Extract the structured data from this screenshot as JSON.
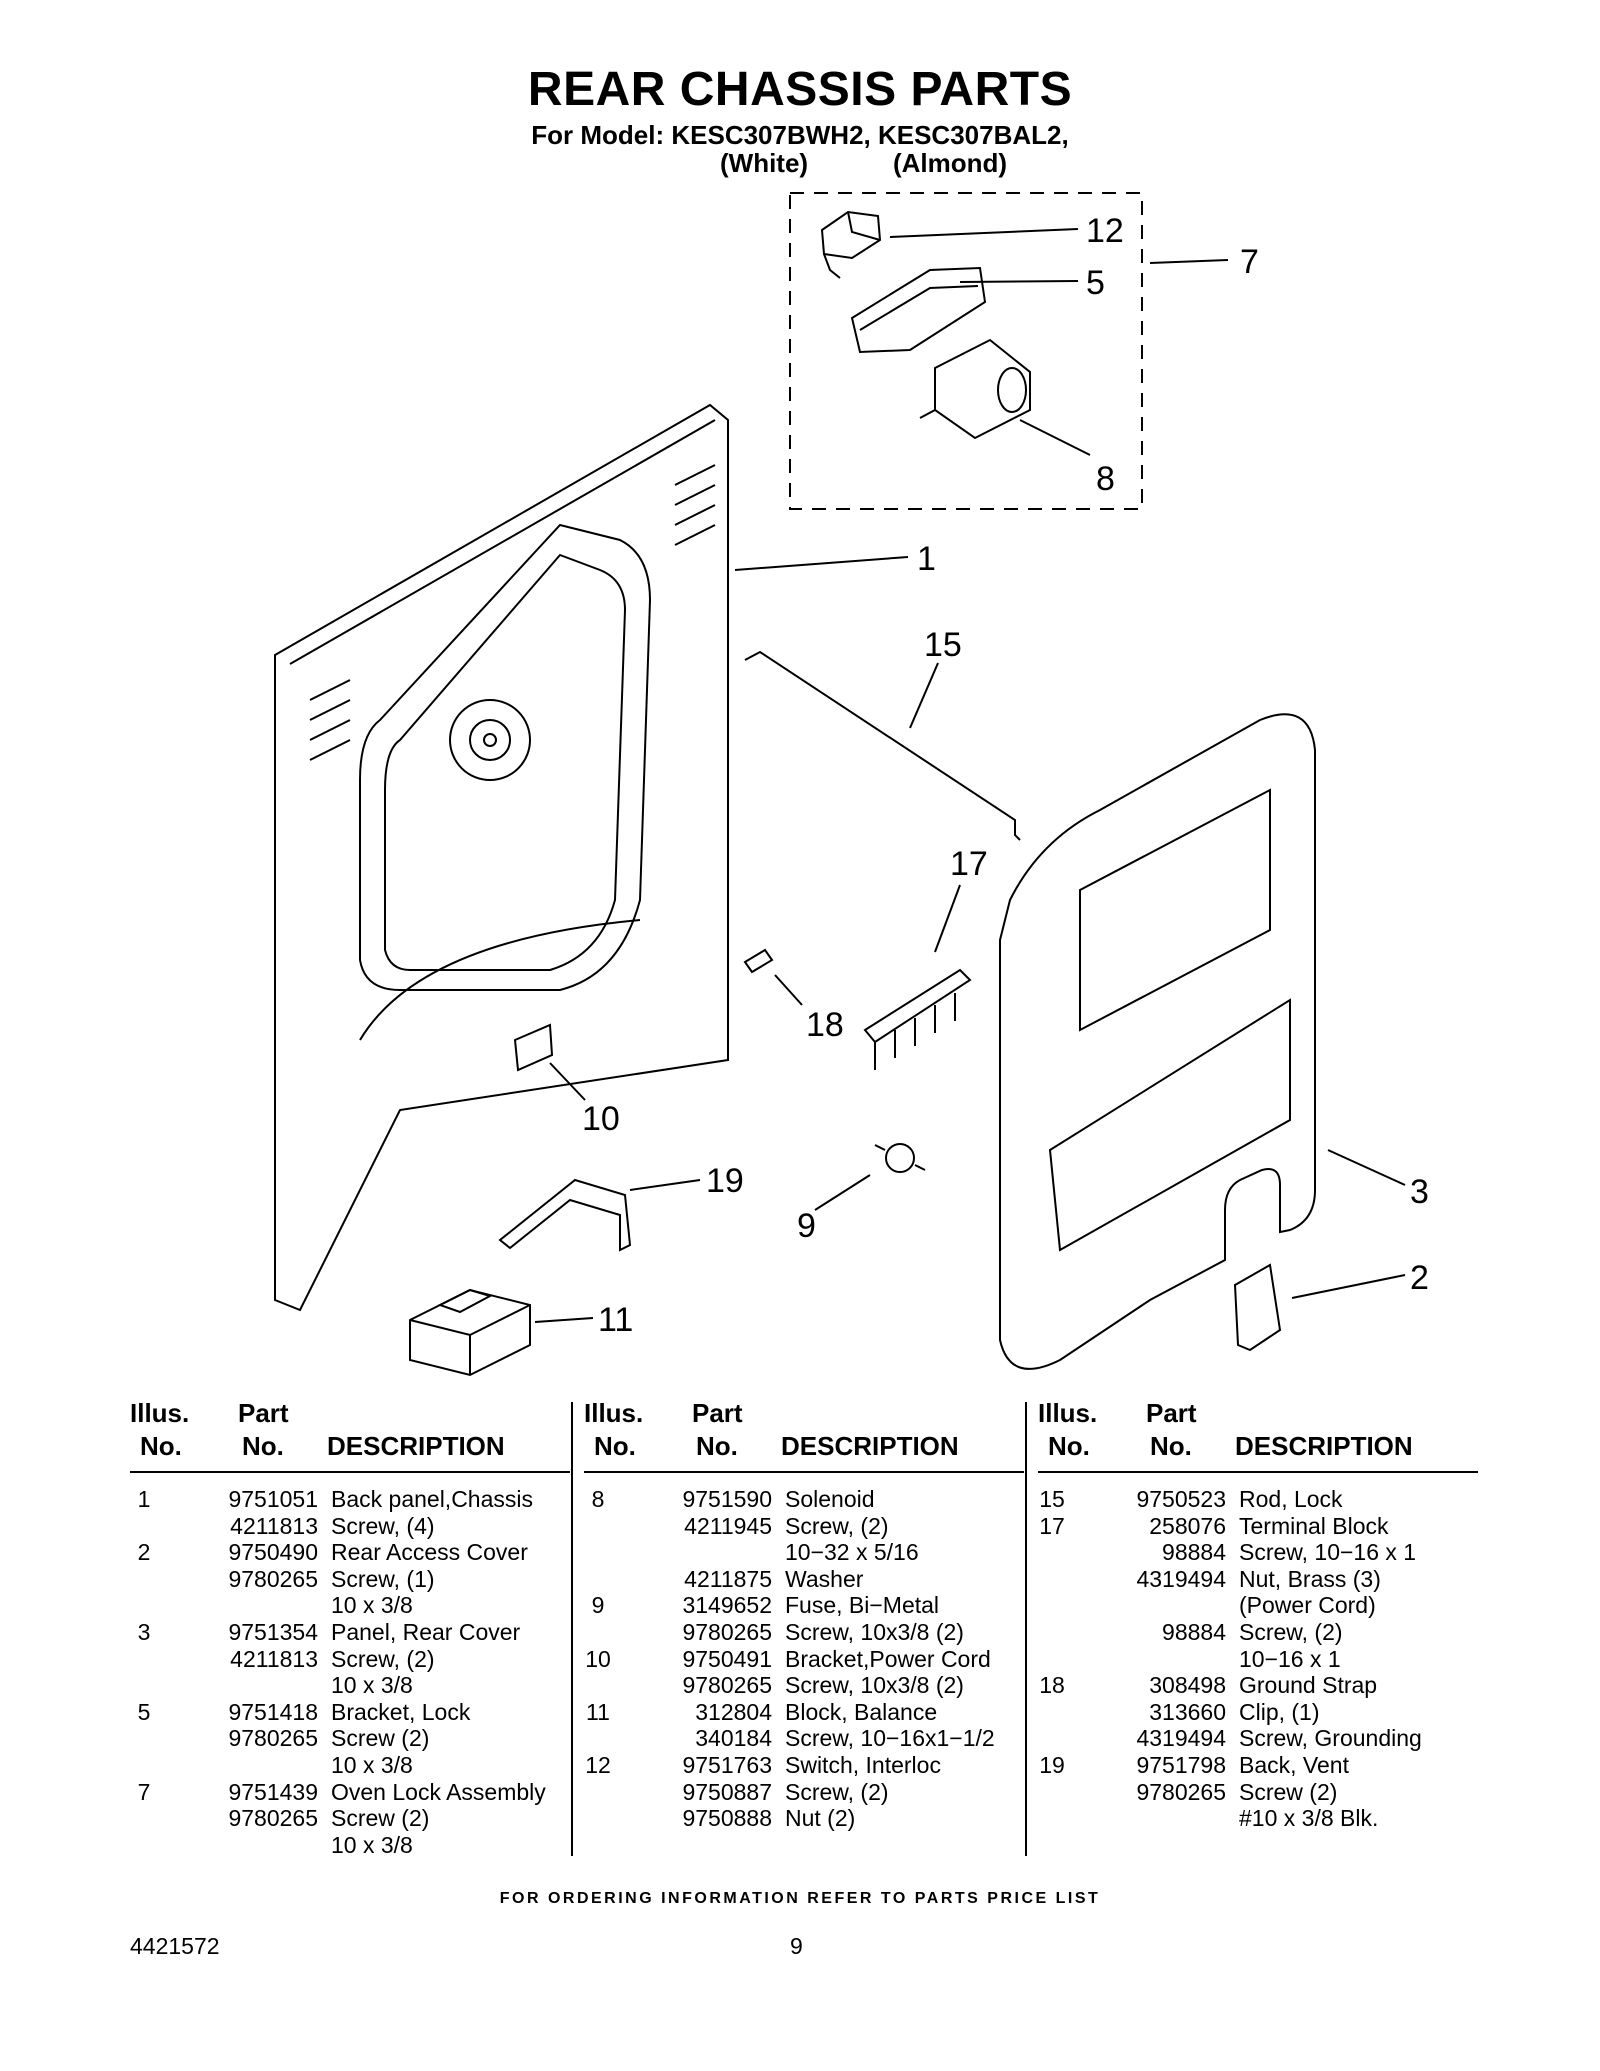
{
  "title": "REAR CHASSIS PARTS",
  "subtitle": "For Model: KESC307BWH2, KESC307BAL2,",
  "colors": [
    "(White)",
    "(Almond)"
  ],
  "callouts": [
    "12",
    "5",
    "7",
    "8",
    "1",
    "15",
    "17",
    "18",
    "10",
    "19",
    "9",
    "11",
    "3",
    "2"
  ],
  "table_headers": {
    "illus": "Illus.",
    "no": "No.",
    "part": "Part",
    "part_no": "No.",
    "description": "DESCRIPTION"
  },
  "columns": [
    {
      "rows": [
        {
          "illus": "1",
          "part": "9751051",
          "desc": "Back panel,Chassis"
        },
        {
          "illus": "",
          "part": "4211813",
          "desc": "Screw, (4)"
        },
        {
          "illus": "2",
          "part": "9750490",
          "desc": "Rear Access Cover"
        },
        {
          "illus": "",
          "part": "9780265",
          "desc": "Screw, (1)"
        },
        {
          "illus": "",
          "part": "",
          "desc": "10 x 3/8"
        },
        {
          "illus": "3",
          "part": "9751354",
          "desc": "Panel, Rear Cover"
        },
        {
          "illus": "",
          "part": "4211813",
          "desc": "Screw, (2)"
        },
        {
          "illus": "",
          "part": "",
          "desc": "10 x 3/8"
        },
        {
          "illus": "5",
          "part": "9751418",
          "desc": "Bracket, Lock"
        },
        {
          "illus": "",
          "part": "9780265",
          "desc": "Screw (2)"
        },
        {
          "illus": "",
          "part": "",
          "desc": "10 x 3/8"
        },
        {
          "illus": "7",
          "part": "9751439",
          "desc": "Oven Lock Assembly"
        },
        {
          "illus": "",
          "part": "9780265",
          "desc": "Screw (2)"
        },
        {
          "illus": "",
          "part": "",
          "desc": "10 x 3/8"
        }
      ]
    },
    {
      "rows": [
        {
          "illus": "8",
          "part": "9751590",
          "desc": "Solenoid"
        },
        {
          "illus": "",
          "part": "4211945",
          "desc": "Screw, (2)"
        },
        {
          "illus": "",
          "part": "",
          "desc": "10−32 x 5/16"
        },
        {
          "illus": "",
          "part": "4211875",
          "desc": "Washer"
        },
        {
          "illus": "9",
          "part": "3149652",
          "desc": "Fuse, Bi−Metal"
        },
        {
          "illus": "",
          "part": "9780265",
          "desc": "Screw, 10x3/8 (2)"
        },
        {
          "illus": "10",
          "part": "9750491",
          "desc": "Bracket,Power Cord"
        },
        {
          "illus": "",
          "part": "9780265",
          "desc": "Screw, 10x3/8 (2)"
        },
        {
          "illus": "11",
          "part": "312804",
          "desc": "Block, Balance"
        },
        {
          "illus": "",
          "part": "340184",
          "desc": "Screw, 10−16x1−1/2"
        },
        {
          "illus": "12",
          "part": "9751763",
          "desc": "Switch, Interloc"
        },
        {
          "illus": "",
          "part": "9750887",
          "desc": "Screw, (2)"
        },
        {
          "illus": "",
          "part": "9750888",
          "desc": "Nut (2)"
        }
      ]
    },
    {
      "rows": [
        {
          "illus": "15",
          "part": "9750523",
          "desc": "Rod, Lock"
        },
        {
          "illus": "17",
          "part": "258076",
          "desc": "Terminal Block"
        },
        {
          "illus": "",
          "part": "98884",
          "desc": "Screw, 10−16 x 1"
        },
        {
          "illus": "",
          "part": "4319494",
          "desc": "Nut, Brass (3)"
        },
        {
          "illus": "",
          "part": "",
          "desc": "(Power Cord)"
        },
        {
          "illus": "",
          "part": "98884",
          "desc": "Screw, (2)"
        },
        {
          "illus": "",
          "part": "",
          "desc": "10−16 x 1"
        },
        {
          "illus": "18",
          "part": "308498",
          "desc": "Ground Strap"
        },
        {
          "illus": "",
          "part": "313660",
          "desc": "Clip, (1)"
        },
        {
          "illus": "",
          "part": "4319494",
          "desc": "Screw, Grounding"
        },
        {
          "illus": "19",
          "part": "9751798",
          "desc": "Back, Vent"
        },
        {
          "illus": "",
          "part": "9780265",
          "desc": "Screw (2)"
        },
        {
          "illus": "",
          "part": "",
          "desc": "#10 x 3/8 Blk."
        }
      ]
    }
  ],
  "footer": "FOR ORDERING INFORMATION REFER TO PARTS PRICE LIST",
  "doc_number": "4421572",
  "page_number": "9"
}
